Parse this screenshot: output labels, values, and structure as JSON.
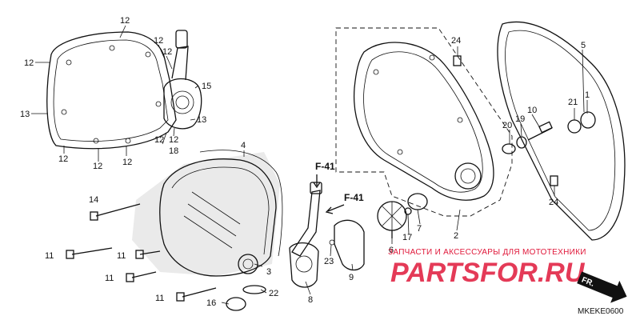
{
  "diagram": {
    "callouts": {
      "c1": "12",
      "c2": "12",
      "c3": "12",
      "c4": "12",
      "c5": "15",
      "c6": "13",
      "c7": "13",
      "c8": "12",
      "c9": "12",
      "c10": "18",
      "c11": "12",
      "c12": "12",
      "c13": "12",
      "c14": "4",
      "c15": "14",
      "c16": "11",
      "c17": "11",
      "c18": "11",
      "c19": "11",
      "c20": "3",
      "c21": "16",
      "c22": "22",
      "c23": "8",
      "c24": "23",
      "c25": "9",
      "c26": "24",
      "c27": "5",
      "c28": "21",
      "c29": "1",
      "c30": "10",
      "c31": "19",
      "c32": "20",
      "c33": "24",
      "c34": "6",
      "c35": "17",
      "c36": "7",
      "c37": "2"
    },
    "refs": {
      "r1": "F-41",
      "r2": "F-41"
    },
    "direction_label": "FR.",
    "watermark": {
      "line1": "ЗАПЧАСТИ И АКСЕССУАРЫ ДЛЯ МОТОТЕХНИКИ",
      "line2": "PARTSFOR.RU"
    },
    "diagram_code": "MKEKE0600"
  },
  "colors": {
    "ink": "#111111",
    "watermark": "#e0183a",
    "shade": "#d9d9d9"
  }
}
